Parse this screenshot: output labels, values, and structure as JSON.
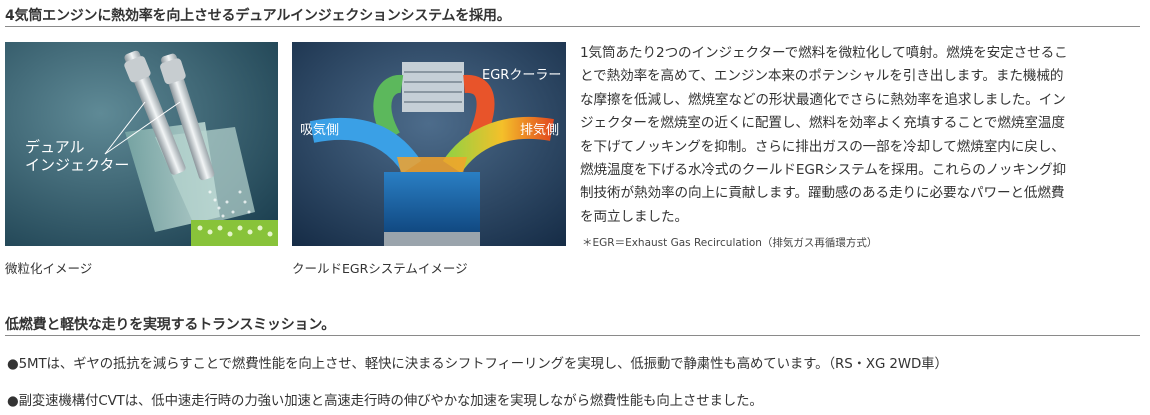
{
  "section1": {
    "heading": "4気筒エンジンに熱効率を向上させるデュアルインジェクションシステムを採用。",
    "image1": {
      "label_line1": "デュアル",
      "label_line2": "インジェクター",
      "caption": "微粒化イメージ"
    },
    "image2": {
      "label_cooler": "EGRクーラー",
      "label_intake": "吸気側",
      "label_exhaust": "排気側",
      "caption": "クールドEGRシステムイメージ"
    },
    "body_lines": [
      "1気筒あたり2つのインジェクターで燃料を微粒化して噴射。燃焼を安定させるこ",
      "とで熱効率を高めて、エンジン本来のポテンシャルを引き出します。また機械的",
      "な摩擦を低減し、燃焼室などの形状最適化でさらに熱効率を追求しました。イン",
      "ジェクターを燃焼室の近くに配置し、燃料を効率よく充填することで燃焼室温度",
      "を下げてノッキングを抑制。さらに排出ガスの一部を冷却して燃焼室内に戻し、",
      "燃焼温度を下げる水冷式のクールドEGRシステムを採用。これらのノッキング抑",
      "制技術が熱効率の向上に貢献します。躍動感のある走りに必要なパワーと低燃費",
      "を両立しました。"
    ],
    "footnote": "＊EGR＝Exhaust Gas Recirculation（排気ガス再循環方式）"
  },
  "section2": {
    "heading": "低燃費と軽快な走りを実現するトランスミッション。",
    "bullets": [
      "●5MTは、ギヤの抵抗を減らすことで燃費性能を向上させ、軽快に決まるシフトフィーリングを実現し、低振動で静粛性も高めています。（RS・XG 2WD車）",
      "●副変速機構付CVTは、低中速走行時の力強い加速と高速走行時の伸びやかな加速を実現しながら燃費性能も向上させました。"
    ]
  }
}
